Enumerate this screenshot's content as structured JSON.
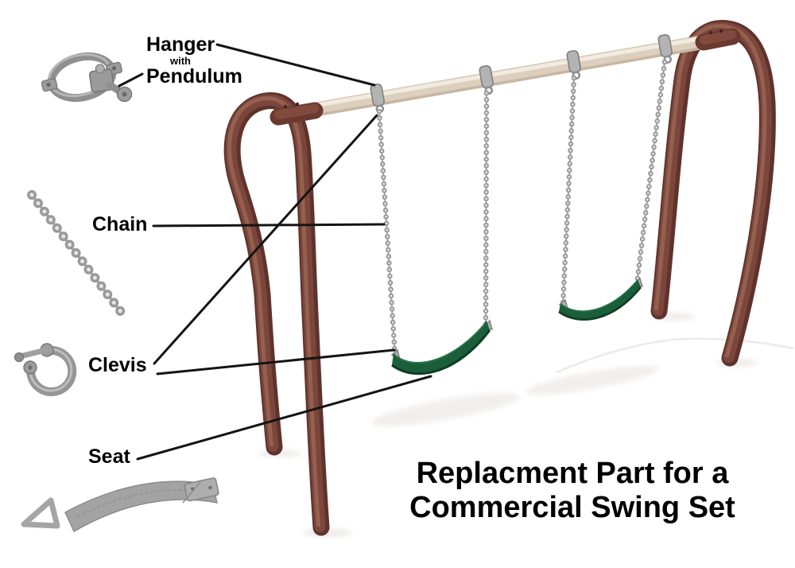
{
  "title": {
    "line1": "Replacment Part for a",
    "line2": "Commercial Swing Set"
  },
  "labels": {
    "hanger_main": "Hanger",
    "hanger_with": "with",
    "hanger_pendulum": "Pendulum",
    "chain": "Chain",
    "clevis": "Clevis",
    "seat": "Seat"
  },
  "parts": [
    {
      "name": "Hanger with Pendulum"
    },
    {
      "name": "Chain"
    },
    {
      "name": "Clevis"
    },
    {
      "name": "Seat"
    }
  ],
  "diagram": {
    "swing_count": 2,
    "callout_count": 4
  },
  "colors": {
    "frame_brown": "#7b463c",
    "beam_beige": "#dccfbe",
    "seat_green": "#1b5e3a",
    "metal_gray": "#9a9a9a",
    "callout_black": "#141414",
    "text_black": "#000000"
  }
}
